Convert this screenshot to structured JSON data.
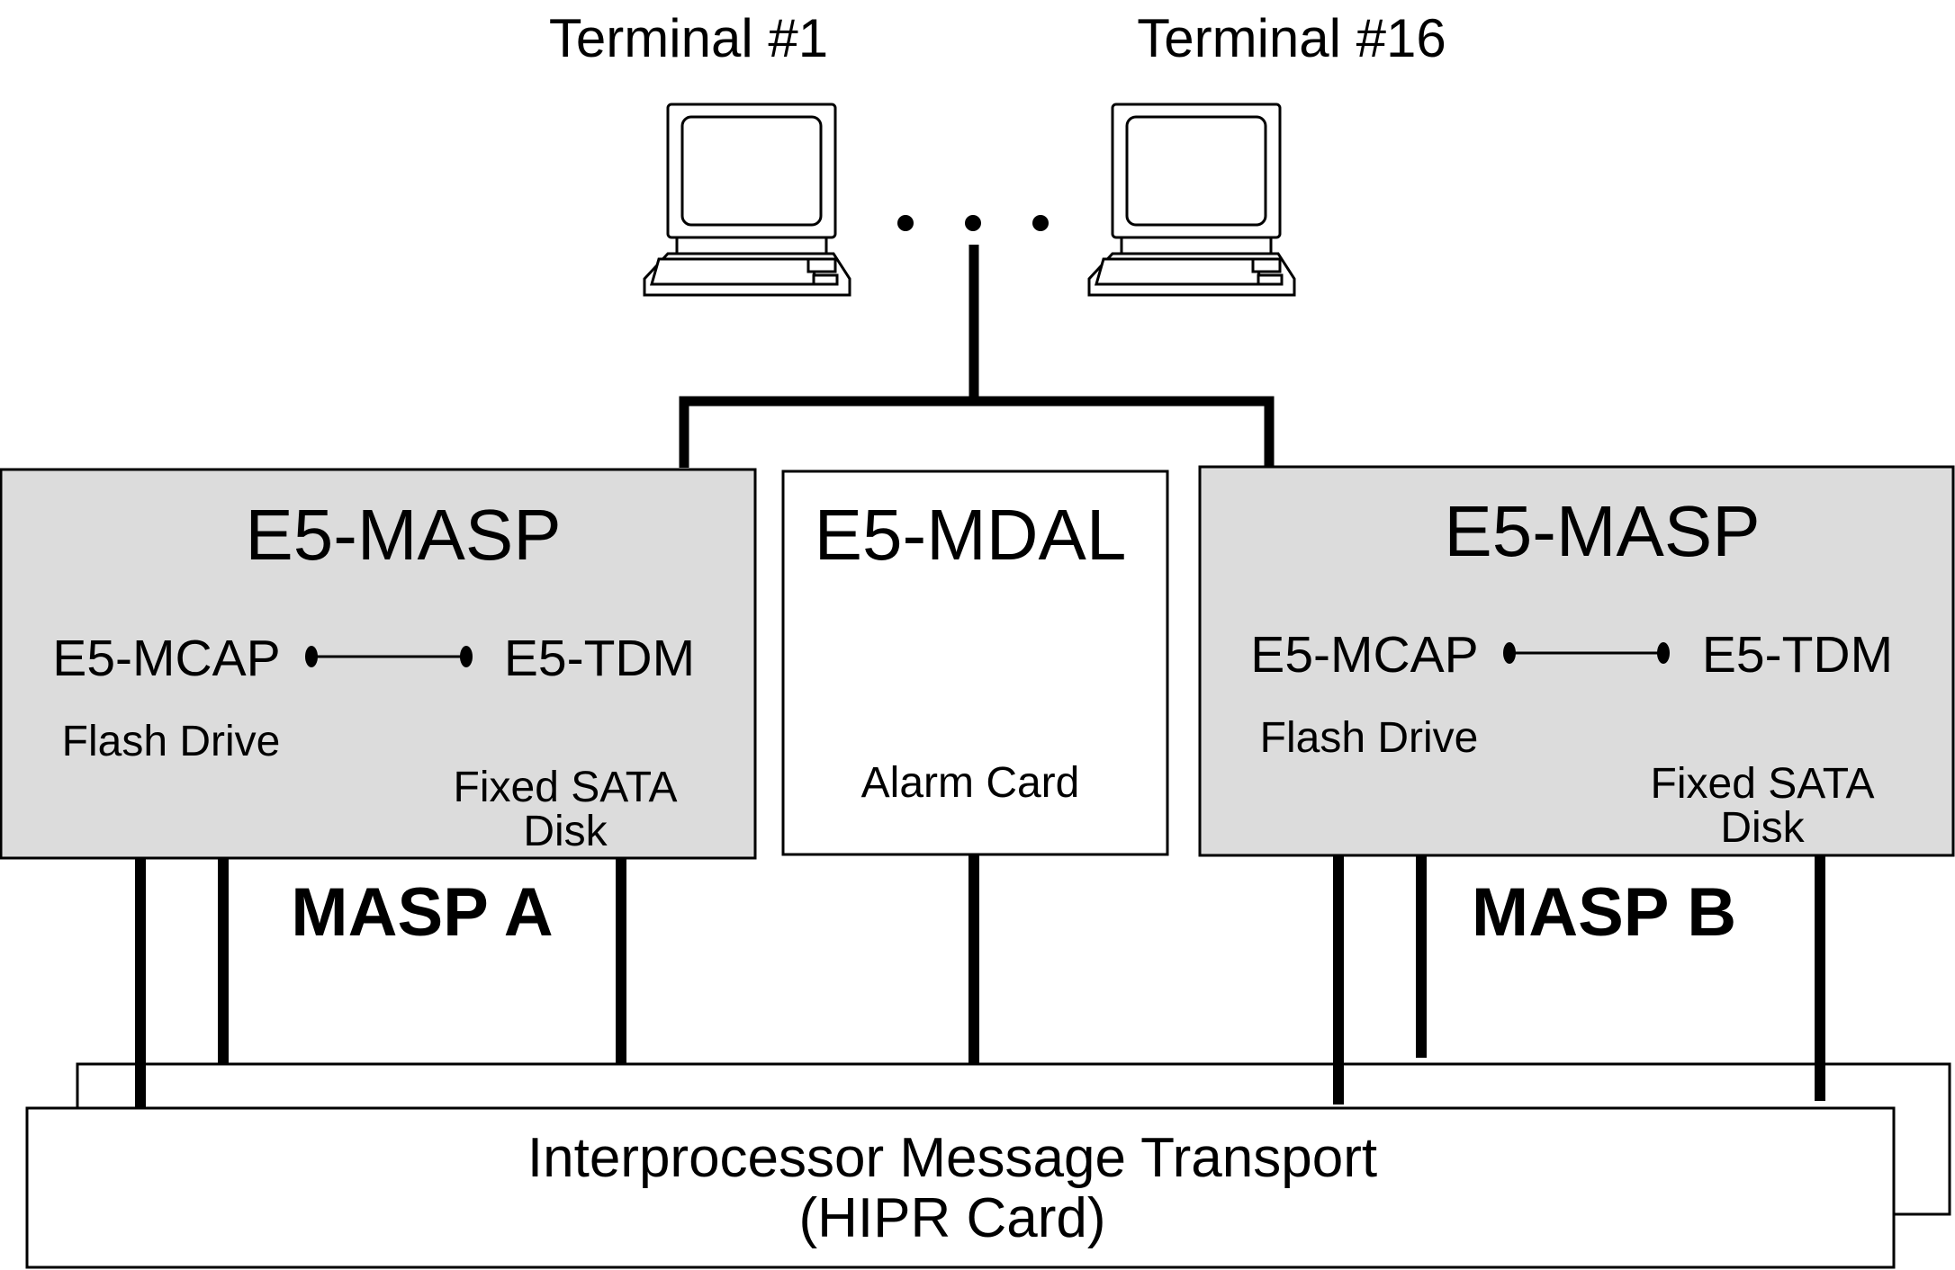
{
  "terminals": [
    {
      "label": "Terminal #1"
    },
    {
      "label": "Terminal #16"
    }
  ],
  "masp_a": {
    "title": "E5-MASP",
    "mcap": "E5-MCAP",
    "tdm": "E5-TDM",
    "flash": "Flash Drive",
    "sata_line1": "Fixed SATA",
    "sata_line2": "Disk",
    "caption": "MASP A"
  },
  "mdal": {
    "title": "E5-MDAL",
    "alarm": "Alarm Card"
  },
  "masp_b": {
    "title": "E5-MASP",
    "mcap": "E5-MCAP",
    "tdm": "E5-TDM",
    "flash": "Flash Drive",
    "sata_line1": "Fixed SATA",
    "sata_line2": "Disk",
    "caption": "MASP B"
  },
  "transport": {
    "line1": "Interprocessor Message Transport",
    "line2": "(HIPR Card)"
  },
  "colors": {
    "masp_fill": "#dcdcdc",
    "box_fill": "#ffffff",
    "stroke": "#000000"
  }
}
